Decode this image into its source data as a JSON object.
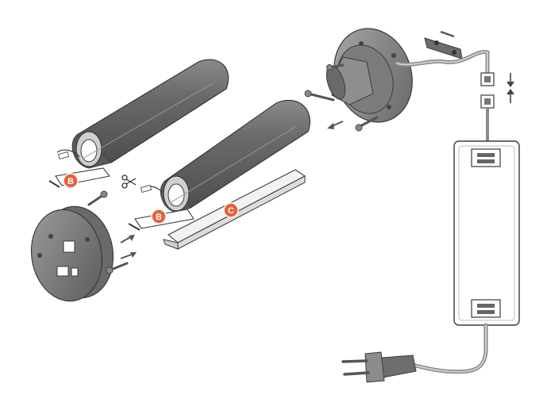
{
  "diagram": {
    "labels": {
      "b_upper": "B",
      "b_lower": "B",
      "c": "C"
    },
    "colors": {
      "callout": "#e8603c",
      "body_dark": "#5d5d5d",
      "body_mid": "#7a7a7a",
      "body_light": "#9a9a9a",
      "body_highlight": "#b8b8b8",
      "outline": "#3a3a3a",
      "driver_fill": "#ffffff",
      "cable": "#8a8a8a"
    },
    "icons": [
      "scissors-icon",
      "arrow-left-icon",
      "arrow-right-icon",
      "arrow-down-icon",
      "arrow-up-icon"
    ]
  }
}
